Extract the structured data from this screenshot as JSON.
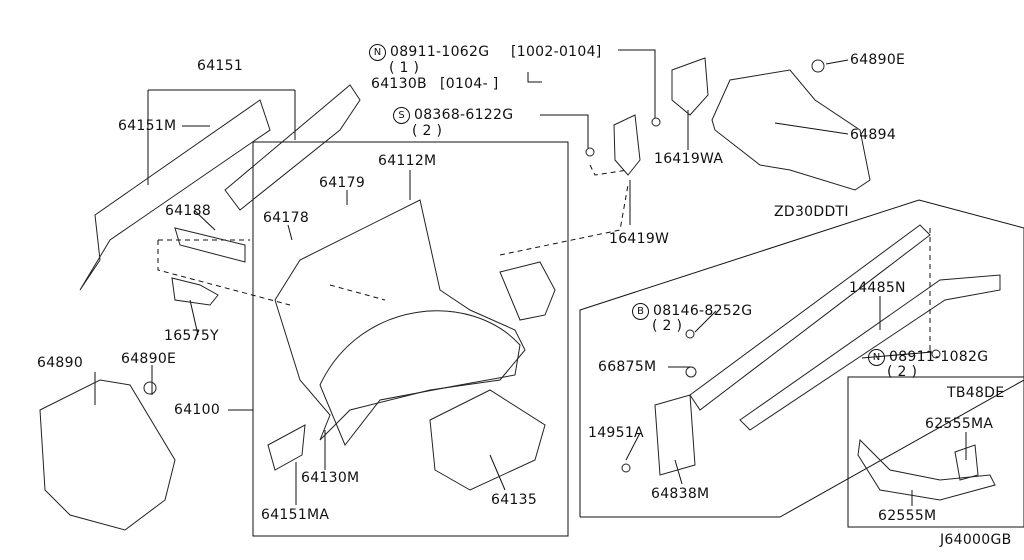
{
  "diagram": {
    "drawing_number": "J64000GB",
    "part_labels": {
      "p64151": "64151",
      "p64151M": "64151M",
      "p64188": "64188",
      "p16575Y": "16575Y",
      "p64890": "64890",
      "p64890E_left": "64890E",
      "p64100": "64100",
      "p64178": "64178",
      "p64179": "64179",
      "p64112M": "64112M",
      "p64130M": "64130M",
      "p64151MA": "64151MA",
      "p64135": "64135",
      "p64130B": "64130B",
      "p16419WA": "16419WA",
      "p16419W": "16419W",
      "p64890E_right": "64890E",
      "p64894": "64894",
      "p14485N": "14485N",
      "p66875M": "66875M",
      "p14951A": "14951A",
      "p64838M": "64838M",
      "p62555MA": "62555MA",
      "p62555M": "62555M"
    },
    "fastener_labels": {
      "n1": "08911-1062G",
      "n1_range": "[1002-0104]",
      "n1_qty": "( 1 )",
      "b64130_range": "[0104-       ]",
      "s1": "08368-6122G",
      "s1_qty": "( 2 )",
      "b1": "08146-8252G",
      "b1_qty": "( 2 )",
      "n2": "08911-1082G",
      "n2_qty": "( 2 )"
    },
    "symbols": {
      "nut": "N",
      "screw": "S",
      "bolt": "B"
    },
    "variants": {
      "zd30": "ZD30DDTI",
      "tb48": "TB48DE"
    }
  }
}
